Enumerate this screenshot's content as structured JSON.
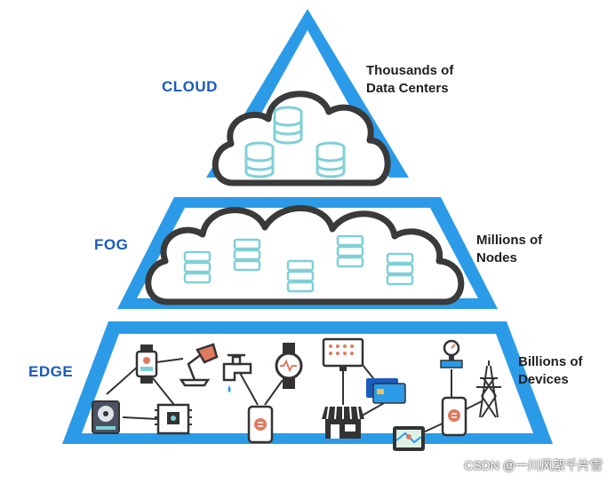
{
  "tiers": {
    "cloud": {
      "label": "CLOUD",
      "desc_line1": "Thousands of",
      "desc_line2": "Data Centers"
    },
    "fog": {
      "label": "FOG",
      "desc_line1": "Millions of",
      "desc_line2": "Nodes"
    },
    "edge": {
      "label": "EDGE",
      "desc_line1": "Billions of",
      "desc_line2": "Devices"
    }
  },
  "watermark": "CSDN @一川风絮千片雪",
  "colors": {
    "pyramid_blue": "#2b9be8",
    "label_blue": "#1a5bbf",
    "cloud_outline": "#3a3a3a",
    "server_teal": "#7fd0d6"
  },
  "icons": [
    "database-icon",
    "server-rack-icon",
    "smartwatch-icon",
    "desk-lamp-icon",
    "faucet-icon",
    "heart-watch-icon",
    "smartphone-icon",
    "hard-drive-icon",
    "circuit-board-icon",
    "monitor-icon",
    "credit-card-icon",
    "storefront-icon",
    "pressure-gauge-icon",
    "power-tower-icon",
    "tablet-map-icon"
  ]
}
